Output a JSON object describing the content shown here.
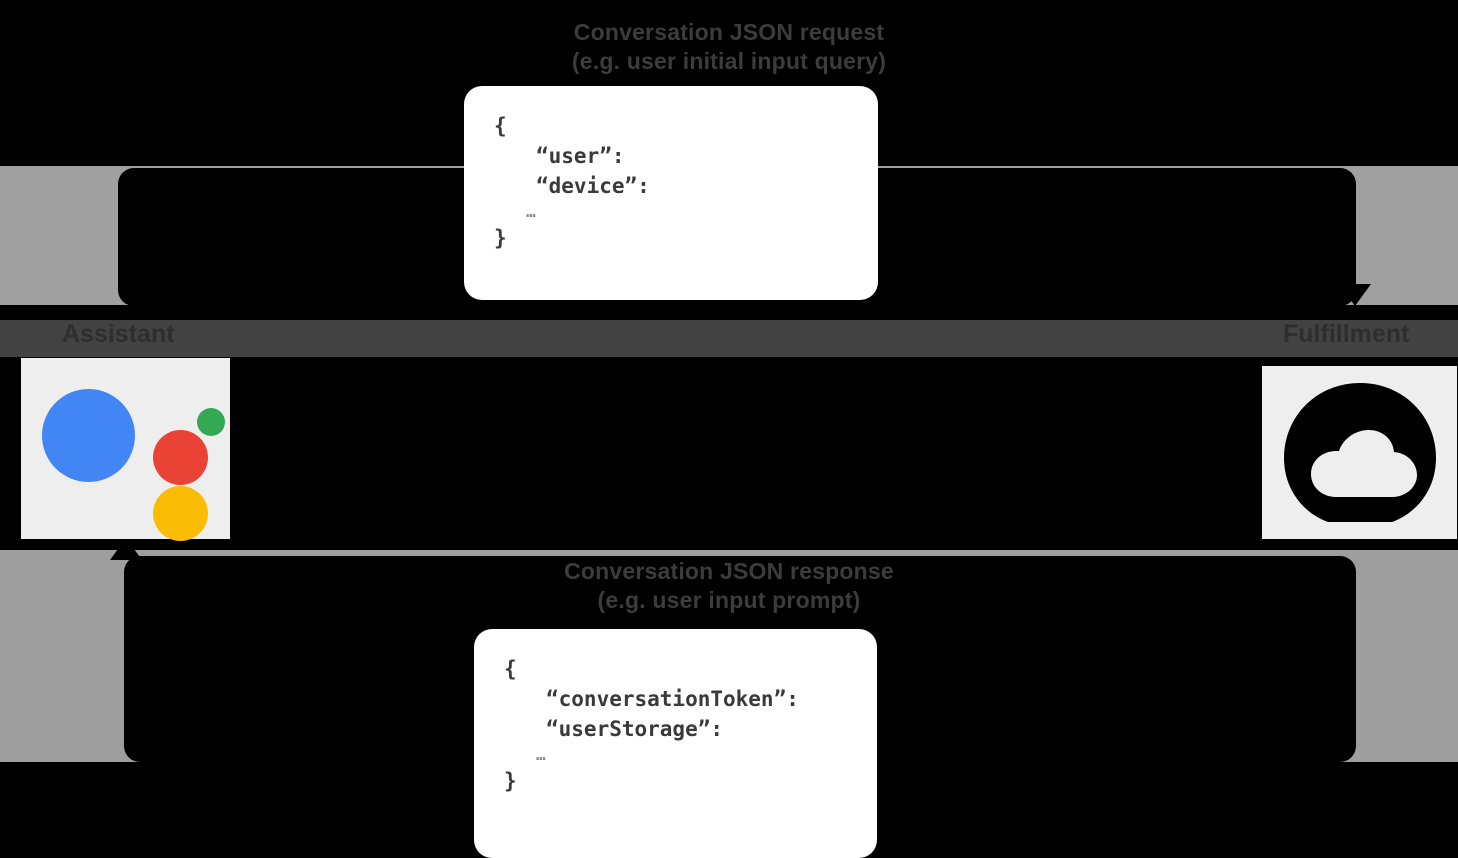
{
  "diagram": {
    "title": "Conversation JSON request / response flow",
    "colors": {
      "background": "#000000",
      "band_gray": "#a0a0a0",
      "band_dark": "#424242",
      "tile_background": "#eeeeee",
      "card_background": "#ffffff",
      "assistant_blue": "#4285f4",
      "assistant_red": "#ea4335",
      "assistant_green": "#34a853",
      "assistant_yellow": "#fbbc05"
    }
  },
  "request_flow": {
    "caption_line1": "Conversation JSON request",
    "caption_line2": "(e.g. user initial input query)",
    "direction": "left-to-right",
    "arrowhead": "down-arrow-icon"
  },
  "response_flow": {
    "caption_line1": "Conversation JSON response",
    "caption_line2": "(e.g. user input prompt)",
    "direction": "right-to-left",
    "arrowhead": "up-arrow-icon"
  },
  "endpoints": {
    "left": {
      "label": "Assistant",
      "icon": "google-assistant-logo"
    },
    "right": {
      "label": "Fulfillment",
      "icon": "cloud-icon"
    }
  },
  "request_payload": {
    "lines": [
      "{",
      "“user”:",
      "“device”:",
      "…",
      "}"
    ],
    "open_brace": "{",
    "key_1": "“user”:",
    "key_2": "“device”:",
    "ellipsis": "…",
    "close_brace": "}"
  },
  "response_payload": {
    "lines": [
      "{",
      "“conversationToken”:",
      "“userStorage”:",
      "…",
      "}"
    ],
    "open_brace": "{",
    "key_1": "“conversationToken”:",
    "key_2": "“userStorage”:",
    "ellipsis": "…",
    "close_brace": "}"
  }
}
